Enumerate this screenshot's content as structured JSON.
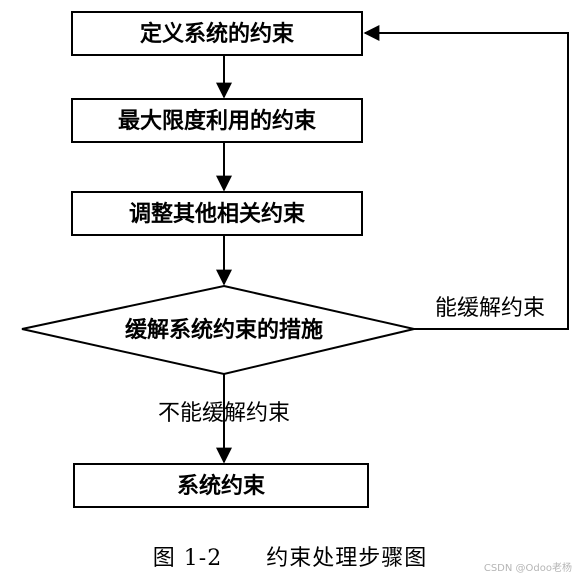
{
  "nodes": {
    "define": "定义系统的约束",
    "maximize": "最大限度利用的约束",
    "adjust": "调整其他相关约束",
    "decision": "缓解系统约束的措施",
    "end": "系统约束"
  },
  "edges": {
    "yes_label": "能缓解约束",
    "no_label": "不能缓解约束"
  },
  "caption": {
    "number": "图 1-2",
    "title": "约束处理步骤图"
  },
  "watermark": "CSDN @Odoo老杨"
}
